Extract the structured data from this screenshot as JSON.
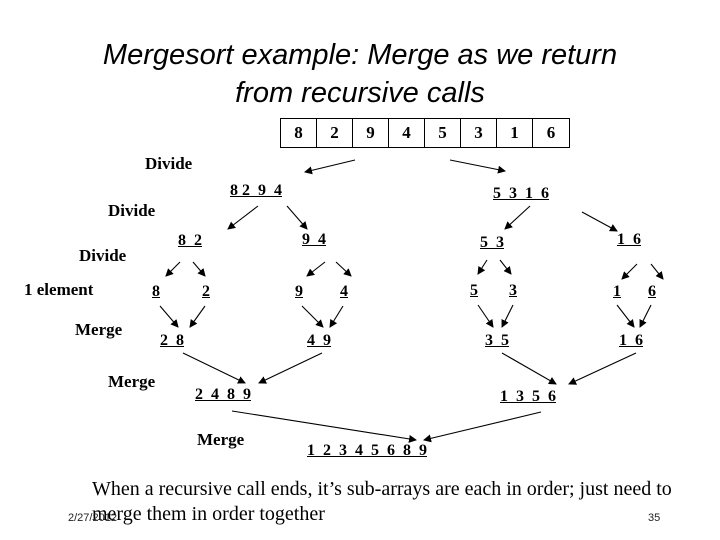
{
  "title_line1": "Mergesort example: Merge as we return",
  "title_line2": "from recursive calls",
  "top_array": [
    "8",
    "2",
    "9",
    "4",
    "5",
    "3",
    "1",
    "6"
  ],
  "labels": {
    "divide1": "Divide",
    "divide2": "Divide",
    "divide3": "Divide",
    "one_element": "1 element",
    "merge1": "Merge",
    "merge2": "Merge",
    "merge3": "Merge"
  },
  "nodes": {
    "l1_left": "8 2  9  4",
    "l1_right": "5  3  1  6",
    "l2_a": "8  2",
    "l2_b": "9  4",
    "l2_c": "5  3",
    "l2_d": "1  6",
    "l3_8": "8",
    "l3_2": "2",
    "l3_9": "9",
    "l3_4": "4",
    "l3_5": "5",
    "l3_3": "3",
    "l3_1": "1",
    "l3_6": "6",
    "m1_a": "2  8",
    "m1_b": "4  9",
    "m1_c": "3  5",
    "m1_d": "1  6",
    "m2_left": "2  4  8  9",
    "m2_right": "1  3  5  6",
    "final": "1  2  3  4  5  6  8  9"
  },
  "caption": "When a recursive call ends, it’s sub-arrays are each in order; just need to merge them in order together",
  "footer_date": "2/27/2012",
  "page_number": "35"
}
